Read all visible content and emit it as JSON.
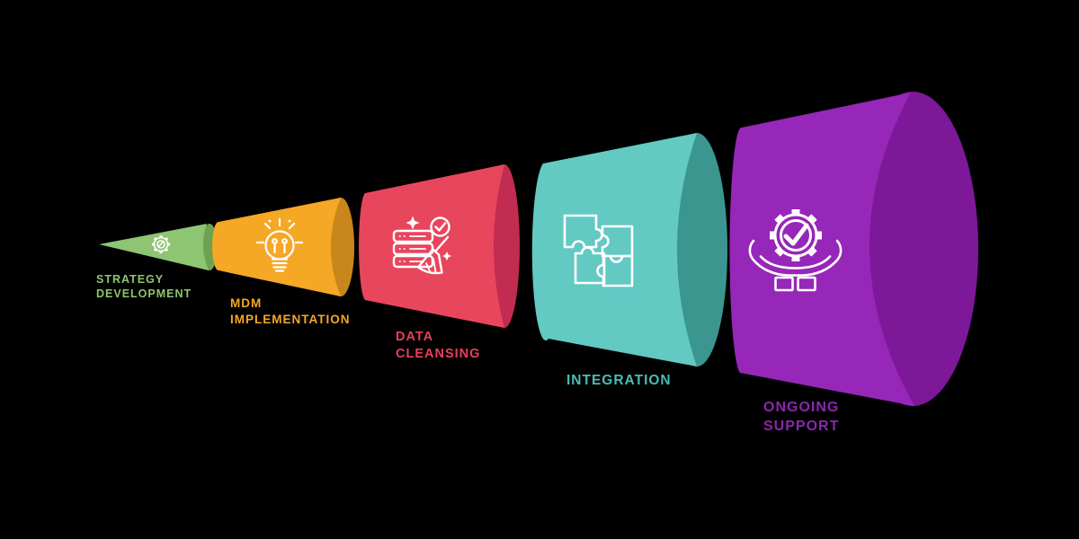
{
  "background": "#000000",
  "icon_stroke": "#FFFFFF",
  "diagram": {
    "type": "horizontal-funnel",
    "description_visible_stages": 5
  },
  "stages": [
    {
      "name": "strategy-development",
      "line1": "STRATEGY",
      "line2": "DEVELOPMENT",
      "icon": "gear-icon",
      "body_color": "#8DC572",
      "face_color": "#6EA150",
      "label_color": "#8CC670"
    },
    {
      "name": "mdm-implementation",
      "line1": "MDM",
      "line2": "IMPLEMENTATION",
      "icon": "lightbulb-icon",
      "body_color": "#F5A726",
      "face_color": "#C9861C",
      "label_color": "#F5A726"
    },
    {
      "name": "data-cleansing",
      "line1": "DATA",
      "line2": "CLEANSING",
      "icon": "database-cleaning-icon",
      "body_color": "#E8465D",
      "face_color": "#C12C50",
      "label_color": "#E83E5C"
    },
    {
      "name": "integration",
      "line1": "INTEGRATION",
      "icon": "puzzle-icon",
      "body_color": "#62C9C3",
      "face_color": "#3A968F",
      "label_color": "#4BBCB5"
    },
    {
      "name": "ongoing-support",
      "line1": "ONGOING",
      "line2": "SUPPORT",
      "icon": "hands-gear-icon",
      "body_color": "#9627B8",
      "face_color": "#7D1899",
      "label_color": "#8B27AE"
    }
  ]
}
